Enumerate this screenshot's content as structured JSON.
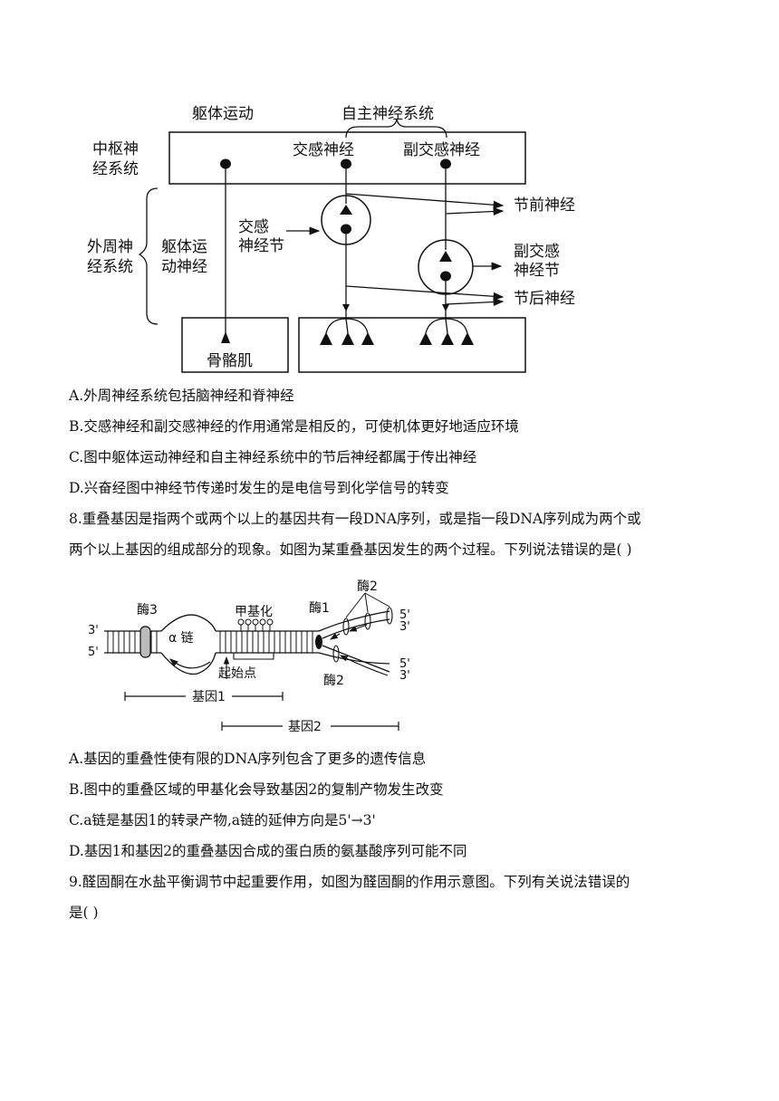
{
  "figure1": {
    "top_label_somatic": "躯体运动",
    "top_label_autonomic": "自主神经系统",
    "cns_label_line1": "中枢神",
    "cns_label_line2": "经系统",
    "sympathetic": "交感神经",
    "parasympathetic": "副交感神经",
    "pns_label_line1": "外周神",
    "pns_label_line2": "经系统",
    "somatic_motor_line1": "躯体运",
    "somatic_motor_line2": "动神经",
    "symp_ganglion_line1": "交感",
    "symp_ganglion_line2": "神经节",
    "preganglionic": "节前神经",
    "para_ganglion_line1": "副交感",
    "para_ganglion_line2": "神经节",
    "postganglionic": "节后神经",
    "skeletal_muscle": "骨骼肌"
  },
  "q7_options": [
    "A.外周神经系统包括脑神经和脊神经",
    "B.交感神经和副交感神经的作用通常是相反的，可使机体更好地适应环境",
    "C.图中躯体运动神经和自主神经系统中的节后神经都属于传出神经",
    "D.兴奋经图中神经节传递时发生的是电信号到化学信号的转变"
  ],
  "q8_line1": "8.重叠基因是指两个或两个以上的基因共有一段DNA序列，或是指一段DNA序列成为两个或",
  "q8_line2": "两个以上基因的组成部分的现象。如图为某重叠基因发生的两个过程。下列说法错误的是(    )",
  "figure2": {
    "enzyme3": "酶3",
    "methylation": "甲基化",
    "enzyme1": "酶1",
    "enzyme2_top": "酶2",
    "enzyme2_bottom": "酶2",
    "alpha_chain": "α 链",
    "start_point": "起始点",
    "left_3p": "3'",
    "left_5p": "5'",
    "right_top_5p": "5'",
    "right_top_3p": "3'",
    "right_bot_5p": "5'",
    "right_bot_3p": "3'",
    "gene1": "基因1",
    "gene2": "基因2"
  },
  "q8_options": [
    "A.基因的重叠性使有限的DNA序列包含了更多的遗传信息",
    "B.图中的重叠区域的甲基化会导致基因2的复制产物发生改变",
    "C.a链是基因1的转录产物,a链的延伸方向是5'→3'",
    "D.基因1和基因2的重叠基因合成的蛋白质的氨基酸序列可能不同"
  ],
  "q9_line1": "9.醛固酮在水盐平衡调节中起重要作用，如图为醛固酮的作用示意图。下列有关说法错误的",
  "q9_line2": "是(    )"
}
